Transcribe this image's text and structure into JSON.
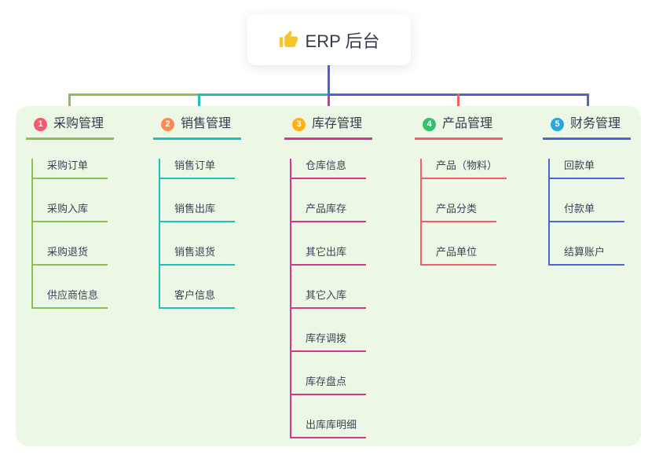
{
  "root": {
    "icon": "thumbs-up-icon",
    "label": "ERP 后台"
  },
  "branches": [
    {
      "num": "1",
      "label": "采购管理",
      "line_color": "#8cc152",
      "badge_color": "#f6586c",
      "children": [
        "采购订单",
        "采购入库",
        "采购退货",
        "供应商信息"
      ]
    },
    {
      "num": "2",
      "label": "销售管理",
      "line_color": "#1fc0b7",
      "badge_color": "#fb8b50",
      "children": [
        "销售订单",
        "销售出库",
        "销售退货",
        "客户信息"
      ]
    },
    {
      "num": "3",
      "label": "库存管理",
      "line_color": "#d4388f",
      "badge_color": "#ffb111",
      "children": [
        "仓库信息",
        "产品库存",
        "其它出库",
        "其它入库",
        "库存调拨",
        "库存盘点",
        "出库库明细"
      ]
    },
    {
      "num": "4",
      "label": "产品管理",
      "line_color": "#f25d67",
      "badge_color": "#34c06d",
      "children": [
        "产品（物料）",
        "产品分类",
        "产品单位"
      ]
    },
    {
      "num": "5",
      "label": "财务管理",
      "line_color": "#4c63d2",
      "badge_color": "#2aa6de",
      "children": [
        "回款单",
        "付款单",
        "结算账户"
      ]
    }
  ],
  "colors": {
    "panel_bg": "#ecf7e5",
    "root_connector": "#4c63d2",
    "text_dark": "#333c4e",
    "card_bg": "#ffffff"
  }
}
